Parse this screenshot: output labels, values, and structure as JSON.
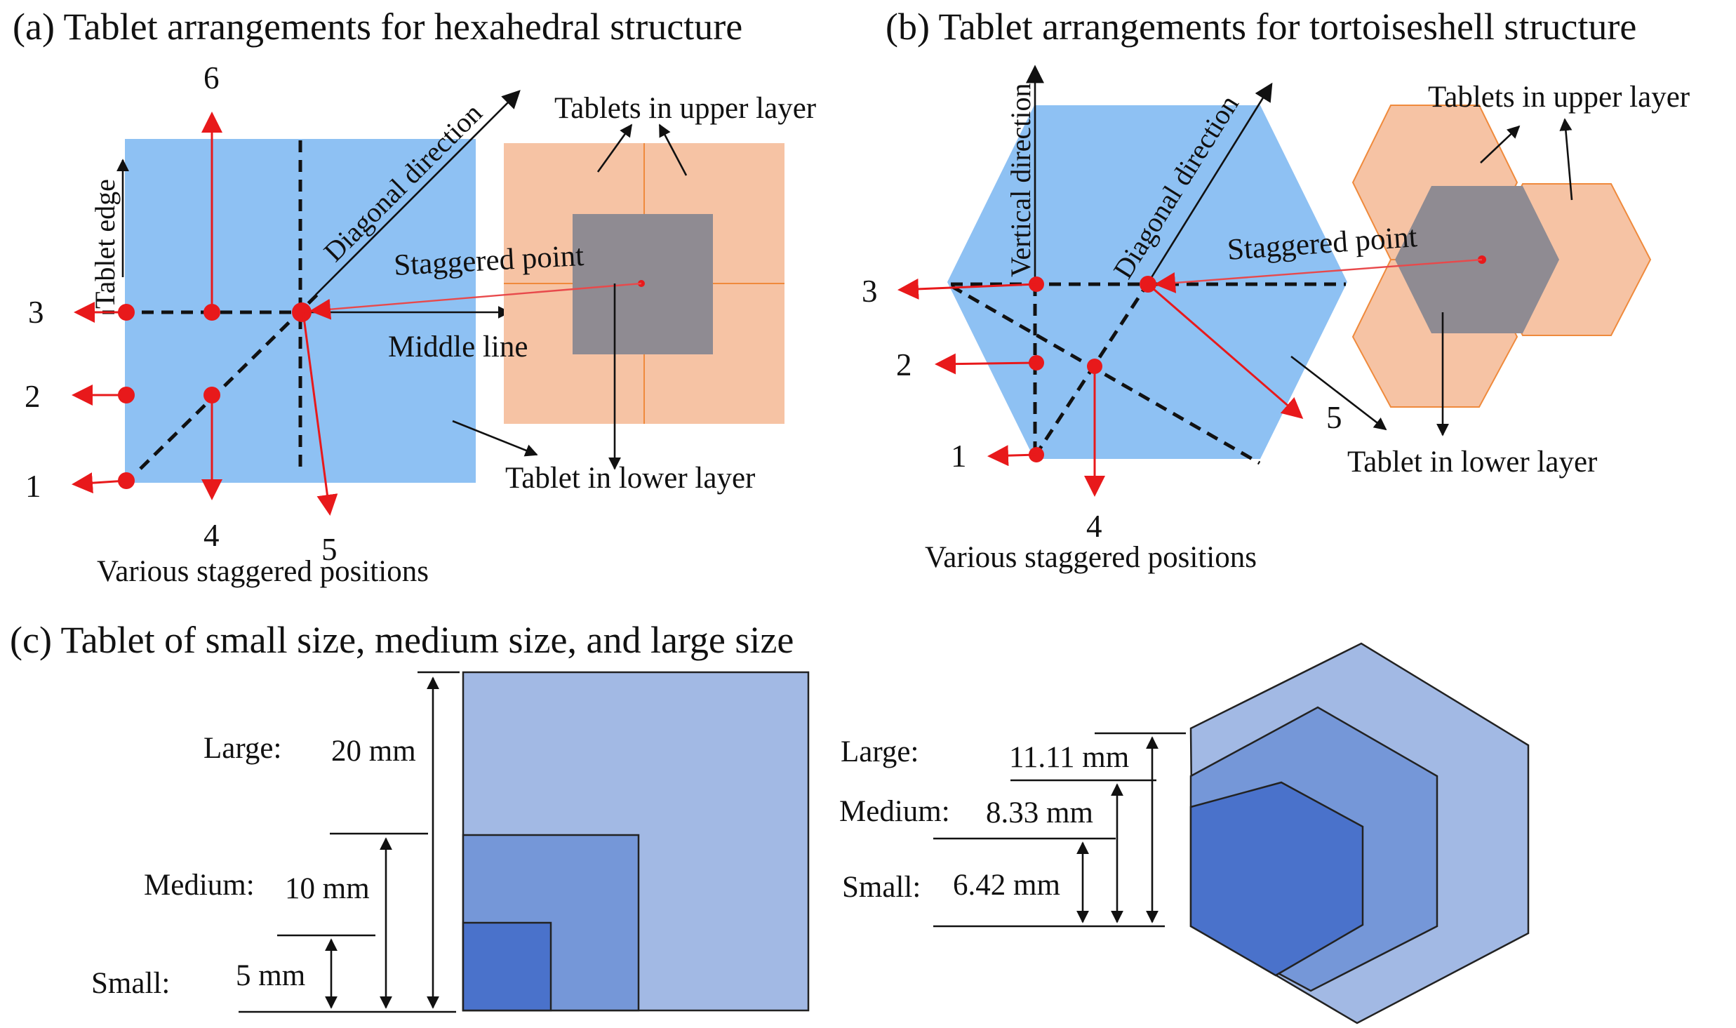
{
  "panels": {
    "a": {
      "title": "(a) Tablet arrangements for hexahedral structure",
      "tablet_edge": "Tablet edge",
      "diagonal_direction": "Diagonal direction",
      "staggered_point": "Staggered point",
      "middle_line": "Middle line",
      "tablets_upper": "Tablets in upper layer",
      "tablet_lower": "Tablet in lower layer",
      "various_positions": "Various staggered positions",
      "positions": [
        "1",
        "2",
        "3",
        "4",
        "5",
        "6"
      ]
    },
    "b": {
      "title": "(b) Tablet arrangements for tortoiseshell structure",
      "vertical_direction": "Vertical direction",
      "diagonal_direction": "Diagonal direction",
      "staggered_point": "Staggered point",
      "tablets_upper": "Tablets in upper layer",
      "tablet_lower": "Tablet in lower layer",
      "various_positions": "Various staggered positions",
      "positions": [
        "1",
        "2",
        "3",
        "4",
        "5"
      ]
    },
    "c": {
      "title": "(c) Tablet of small size, medium size, and large size",
      "square": {
        "large_label": "Large:",
        "large_value": "20 mm",
        "medium_label": "Medium:",
        "medium_value": "10 mm",
        "small_label": "Small:",
        "small_value": "5 mm"
      },
      "hexagon": {
        "large_label": "Large:",
        "large_value": "11.11 mm",
        "medium_label": "Medium:",
        "medium_value": "8.33 mm",
        "small_label": "Small:",
        "small_value": "6.42 mm"
      }
    }
  },
  "colors": {
    "tablet_blue": "#8ec1f3",
    "upper_orange": "#f6c3a4",
    "upper_orange_edge": "#ef8a3c",
    "overlap_grey": "#8f8b92",
    "marker_red": "#e8191b",
    "size_large": "#a2b9e4",
    "size_medium": "#7597d8",
    "size_small": "#4a72cb"
  }
}
